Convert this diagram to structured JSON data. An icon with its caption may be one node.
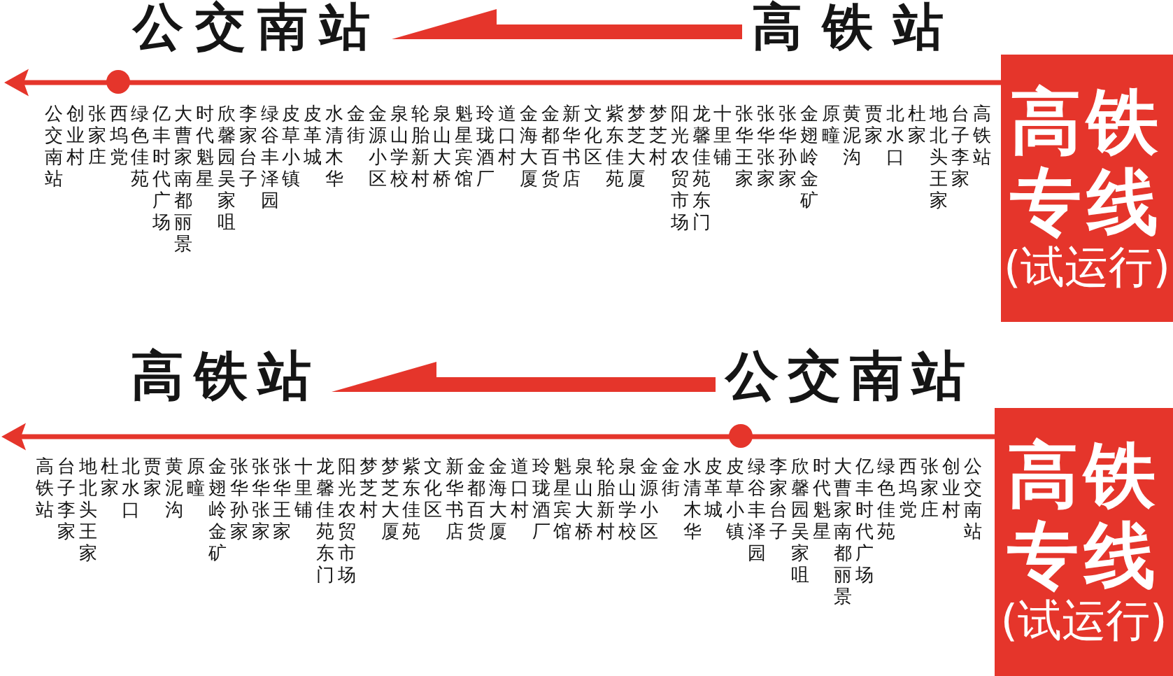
{
  "diagram": {
    "nodes": [
      {
        "text": [
          "公交南站"
        ]
      },
      {
        "text": [
          "高铁站"
        ]
      },
      {
        "text": [
          "高铁专线",
          "(试运行)"
        ]
      },
      {
        "text": [
          "高铁站"
        ]
      },
      {
        "text": [
          "公交南站"
        ]
      },
      {
        "text": [
          "高铁专线",
          "(试运行)"
        ]
      }
    ],
    "edges": [
      {
        "from": 1,
        "to": 0,
        "arrow": "to",
        "style": "thick"
      },
      {
        "from": 2,
        "to": null,
        "arrow": "to"
      },
      {
        "from": 4,
        "to": 3,
        "arrow": "to",
        "style": "thick"
      },
      {
        "from": 5,
        "to": null,
        "arrow": "to"
      }
    ],
    "labels": [
      "公交南站",
      "创业村",
      "张家庄",
      "西坞党",
      "绿色佳苑",
      "亿丰时代广场",
      "大曹家南都丽景",
      "时代魁星",
      "欣馨园吴家咀",
      "李家台子",
      "绿谷丰泽园",
      "皮草小镇",
      "皮革城",
      "水清木华",
      "金街",
      "金源小区",
      "泉山学校",
      "轮胎新村",
      "泉山大桥",
      "魁星宾馆",
      "玲珑酒厂",
      "道口村",
      "金海大厦",
      "金都百货",
      "新华书店",
      "文化区",
      "紫东佳苑",
      "梦芝大厦",
      "梦芝村",
      "阳光农贸市场",
      "龙馨佳苑东门",
      "十里铺",
      "张华王家",
      "张华张家",
      "张华孙家",
      "金翅岭金矿",
      "原疃",
      "黄泥沟",
      "贾家",
      "北水口",
      "杜家",
      "地北头王家",
      "台子李家",
      "高铁站",
      "高铁站",
      "台子李家",
      "地北头王家",
      "杜家",
      "北水口",
      "贾家",
      "黄泥沟",
      "原疃",
      "金翅岭金矿",
      "张华孙家",
      "张华张家",
      "张华王家",
      "十里铺",
      "龙馨佳苑东门",
      "阳光农贸市场",
      "梦芝村",
      "梦芝大厦",
      "紫东佳苑",
      "文化区",
      "新华书店",
      "金都百货",
      "金海大厦",
      "道口村",
      "玲珑酒厂",
      "魁星宾馆",
      "泉山大桥",
      "轮胎新村",
      "泉山学校",
      "金源小区",
      "金街",
      "水清木华",
      "皮革城",
      "皮草小镇",
      "绿谷丰泽园",
      "李家台子",
      "欣馨园吴家咀",
      "时代魁星",
      "大曹家南都丽景",
      "亿丰时代广场",
      "绿色佳苑",
      "西坞党",
      "张家庄",
      "创业村",
      "公交南站"
    ]
  }
}
